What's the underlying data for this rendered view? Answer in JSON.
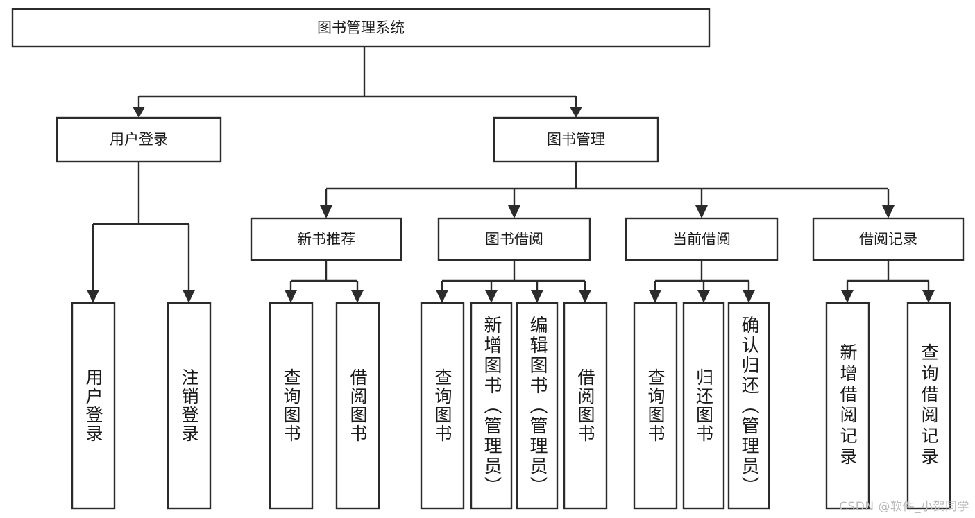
{
  "diagram": {
    "type": "tree-hierarchy-chart",
    "title": "图书管理系统",
    "colors": {
      "box_stroke": "#2b2b2b",
      "box_fill": "#ffffff",
      "connector": "#2b2b2b",
      "text": "#1a1a1a",
      "watermark": "#b9b9b9",
      "background": "#ffffff"
    },
    "root": {
      "id": "root",
      "label": "图书管理系统",
      "orientation": "horizontal"
    },
    "level2": [
      {
        "id": "user-login",
        "label": "用户登录",
        "orientation": "horizontal"
      },
      {
        "id": "book-manage",
        "label": "图书管理",
        "orientation": "horizontal"
      }
    ],
    "level3": [
      {
        "id": "new-book-recommend",
        "label": "新书推荐",
        "orientation": "horizontal",
        "parent": "book-manage"
      },
      {
        "id": "book-borrow",
        "label": "图书借阅",
        "orientation": "horizontal",
        "parent": "book-manage"
      },
      {
        "id": "current-borrow",
        "label": "当前借阅",
        "orientation": "horizontal",
        "parent": "book-manage"
      },
      {
        "id": "borrow-record",
        "label": "借阅记录",
        "orientation": "horizontal",
        "parent": "book-manage"
      }
    ],
    "leaves": [
      {
        "id": "leaf-user-login",
        "label": "用户登录",
        "parent": "user-login",
        "orientation": "vertical"
      },
      {
        "id": "leaf-user-logout",
        "label": "注销登录",
        "parent": "user-login",
        "orientation": "vertical"
      },
      {
        "id": "leaf-query-book-1",
        "label": "查询图书",
        "parent": "new-book-recommend",
        "orientation": "vertical"
      },
      {
        "id": "leaf-borrow-book-1",
        "label": "借阅图书",
        "parent": "new-book-recommend",
        "orientation": "vertical"
      },
      {
        "id": "leaf-query-book-2",
        "label": "查询图书",
        "parent": "book-borrow",
        "orientation": "vertical"
      },
      {
        "id": "leaf-add-book",
        "label": "新增图书（管理员）",
        "parent": "book-borrow",
        "orientation": "vertical"
      },
      {
        "id": "leaf-edit-book",
        "label": "编辑图书（管理员）",
        "parent": "book-borrow",
        "orientation": "vertical"
      },
      {
        "id": "leaf-borrow-book-2",
        "label": "借阅图书",
        "parent": "book-borrow",
        "orientation": "vertical"
      },
      {
        "id": "leaf-query-book-3",
        "label": "查询图书",
        "parent": "current-borrow",
        "orientation": "vertical"
      },
      {
        "id": "leaf-return-book",
        "label": "归还图书",
        "parent": "current-borrow",
        "orientation": "vertical"
      },
      {
        "id": "leaf-confirm-return",
        "label": "确认归还（管理员）",
        "parent": "current-borrow",
        "orientation": "vertical"
      },
      {
        "id": "leaf-add-record",
        "label": "新增借阅记录",
        "parent": "borrow-record",
        "orientation": "vertical"
      },
      {
        "id": "leaf-query-record",
        "label": "查询借阅记录",
        "parent": "borrow-record",
        "orientation": "vertical"
      }
    ],
    "watermark": "CSDN @软件_小贺同学"
  }
}
